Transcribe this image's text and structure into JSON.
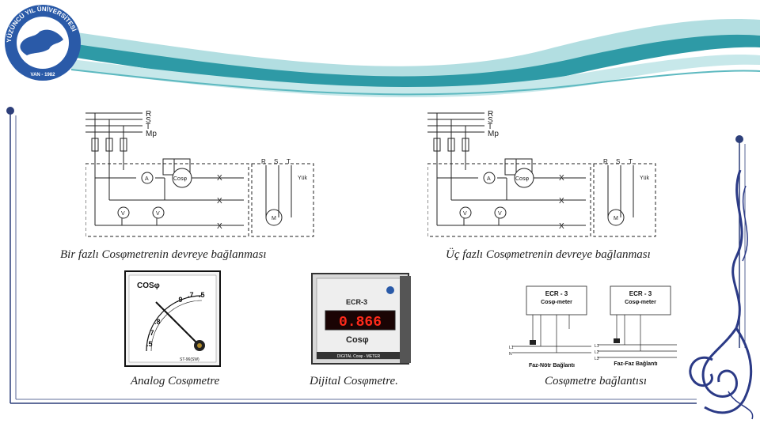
{
  "logo": {
    "ring_text": "YÜZÜNCÜ YIL ÜNİVERSİTESİ",
    "year_text": "VAN - 1982",
    "color": "#2a5aa8"
  },
  "colors": {
    "wave_dark": "#2e9aa6",
    "wave_light": "#9fd6da",
    "frame": "#2d3f7a",
    "scroll": "#2b3a86"
  },
  "diagram_left": {
    "phase_labels": [
      "R",
      "S",
      "T",
      "Mp"
    ],
    "meter_labels": [
      "A",
      "Cosφ",
      "V",
      "V"
    ],
    "x_marks": [
      "X",
      "X",
      "X"
    ],
    "side_labels": [
      "R",
      "S",
      "T"
    ],
    "load_label": "Yük",
    "motor_label": "M",
    "caption": "Bir fazlı Cosφmetrenin devreye bağlanması"
  },
  "diagram_right": {
    "phase_labels": [
      "R",
      "S",
      "T",
      "Mp"
    ],
    "meter_labels": [
      "A",
      "Cosφ",
      "V",
      "V"
    ],
    "x_marks": [
      "X",
      "X",
      "X"
    ],
    "side_labels": [
      "R",
      "S",
      "T"
    ],
    "load_label": "Yük",
    "motor_label": "M",
    "caption": "Üç fazlı Cosφmetrenin devreye bağlanması"
  },
  "analog_meter": {
    "title": "COSφ",
    "scale": [
      ".9",
      ".7",
      ".5",
      ".8",
      ".7",
      ".5"
    ],
    "model": "ST-96(SW)",
    "caption": "Analog Cosφmetre"
  },
  "digital_meter": {
    "model": "ECR-3",
    "reading": "0.866",
    "label": "Cosφ",
    "footer": "DIGITAL Cosφ - METER",
    "caption": "Dijital Cosφmetre."
  },
  "connection": {
    "box_title": "ECR - 3",
    "box_sub": "Cosφ-meter",
    "left_title": "Faz-Nötr Bağlantı",
    "right_title": "Faz-Faz Bağlantı",
    "line_labels_left": [
      "L1",
      "N"
    ],
    "line_labels_right": [
      "L1",
      "L2",
      "L3"
    ],
    "caption": "Cosφmetre bağlantısı"
  }
}
